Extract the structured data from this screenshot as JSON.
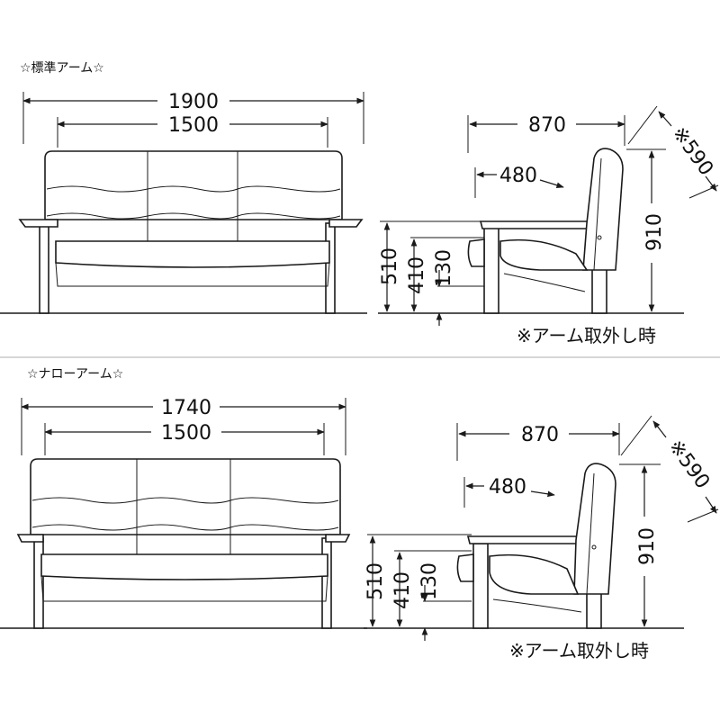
{
  "sections": [
    {
      "title": "☆標準アーム☆",
      "front": {
        "overall_width": "1900",
        "seat_width": "1500"
      },
      "side": {
        "depth": "870",
        "seat_depth": "480",
        "diagonal": "※590",
        "height": "910",
        "seat_height": "510",
        "arm_height": "410",
        "leg_clearance": "130"
      },
      "note": "※アーム取外し時"
    },
    {
      "title": "☆ナローアーム☆",
      "front": {
        "overall_width": "1740",
        "seat_width": "1500"
      },
      "side": {
        "depth": "870",
        "seat_depth": "480",
        "diagonal": "※590",
        "height": "910",
        "seat_height": "510",
        "arm_height": "410",
        "leg_clearance": "130"
      },
      "note": "※アーム取外し時"
    }
  ]
}
